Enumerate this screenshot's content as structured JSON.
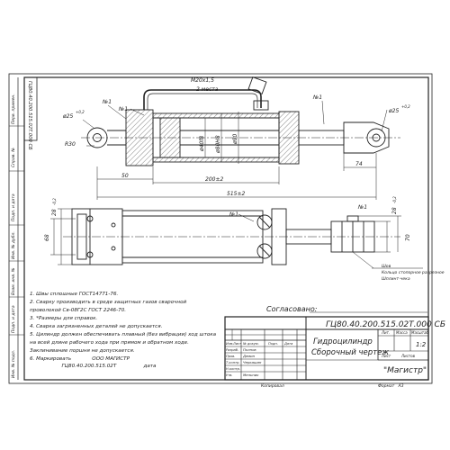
{
  "side_labels": {
    "top_code": "ГЦ80.40.200.515.02Т.000 СБ",
    "perv_primen": "Перв. примен.",
    "sprav_no": "Справ. №",
    "podp_data_1": "Подп. и дата",
    "inv_dubl": "Инв. № дубл.",
    "vzam_inv": "Взам. инв. №",
    "podp_data_2": "Подп. и дата",
    "inv_podl": "Инв. № подл."
  },
  "callouts": {
    "n1_a": "№1",
    "n1_b": "№1",
    "n1_c": "№1",
    "n1_d": "№1",
    "n1_e": "№1",
    "m20": "М20х1,5",
    "two_places": "2 места"
  },
  "dimensions": {
    "d25_left": "ø25",
    "d25_left_tol": "+0,2",
    "r30": "R30",
    "d40": "ø40f8",
    "d80": "ø80Н8",
    "d90": "ø90",
    "d25_right": "ø25",
    "d25_right_tol": "+0,2",
    "l50": "50",
    "l200": "200±2",
    "l74": "74",
    "l515": "515±2",
    "w28_left": "28",
    "w28_left_tol": "-0,2",
    "h68": "68",
    "w28_right": "28",
    "w28_right_tol": "-0,2",
    "h70": "70"
  },
  "weld_note": {
    "line1": "Шов",
    "line2": "Кольцо стопорное разрезное",
    "line3": "Шплинт-чека"
  },
  "notes": [
    "1. Швы сплошные ГОСТ14771-76.",
    "2. Сварку производить в среде защитных газов сварочной",
    "проволокой Св-08Г2С ГОСТ 2246-70.",
    "3. *Размеры для справок.",
    "4. Сварка загрязненных деталей не допускается.",
    "5. Цилиндр должен обеспечивать плавный (без вибрации) ход штока",
    "на всей длине рабочего хода при прямом и обратном ходе.",
    "Заклинивание поршня не допускается.",
    "6. Маркировать             ООО МАГИСТР",
    "                    ГЦ80.40.200.515.02Т                 дата"
  ],
  "soglasovano": "Согласовано:",
  "title_block": {
    "designation": "ГЦ80.40.200.515.02Т.000 СБ",
    "name_line1": "Гидроцилиндр",
    "name_line2": "Сборочный чертеж",
    "lit_header": "Лит.",
    "mass_header": "Масса",
    "scale_header": "Масштаб",
    "scale_value": "1:2",
    "sheet_label": "Лист",
    "sheets_label": "Листов",
    "company": "\"Магистр\"",
    "roles": [
      "Изм.",
      "Лист",
      "№ докум.",
      "Подп.",
      "Дата",
      "Разраб.",
      "Пров.",
      "Т.контр.",
      "Н.контр.",
      "Утв."
    ],
    "persons": [
      "Полнов",
      "Демин",
      "Черкашин",
      "Мельник"
    ],
    "footer_left": "Копировал",
    "footer_right": "Формат   А3"
  },
  "colors": {
    "line": "#222222",
    "background": "#ffffff"
  }
}
